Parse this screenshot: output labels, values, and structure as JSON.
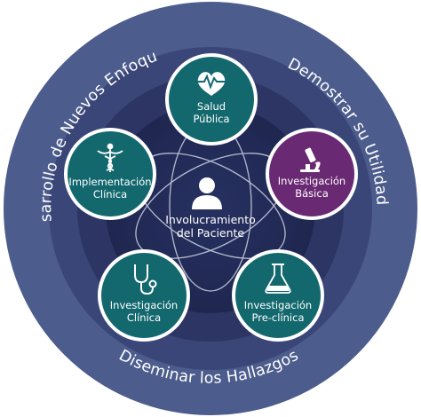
{
  "ring": {
    "left": "Desarrollo de Nuevos Enfoques",
    "right": "Demostrar su Utilidad",
    "bottom": "Diseminar los Hallazgos"
  },
  "center": {
    "line1": "Involucramiento",
    "line2": "del Paciente",
    "icon": "person-icon"
  },
  "nodes": {
    "salud": {
      "line1": "Salud",
      "line2": "Pública",
      "icon": "heart-pulse-icon",
      "color": "#13686e"
    },
    "basica": {
      "line1": "Investigación",
      "line2": "Básica",
      "icon": "microscope-icon",
      "color": "#6a2a73"
    },
    "impl": {
      "line1": "Implementación",
      "line2": "Clínica",
      "icon": "caduceus-icon",
      "color": "#13686e"
    },
    "clin": {
      "line1": "Investigación",
      "line2": "Clínica",
      "icon": "stethoscope-icon",
      "color": "#13686e"
    },
    "pre": {
      "line1": "Investigación",
      "line2": "Pre-clínica",
      "icon": "flask-icon",
      "color": "#13686e"
    }
  },
  "colors": {
    "ring_outer": "#4c5c8c",
    "ring_mid": "#3a4677",
    "inner_disc": "#2c3563",
    "inner_core": "#222a52",
    "node_border": "#ffffff"
  }
}
